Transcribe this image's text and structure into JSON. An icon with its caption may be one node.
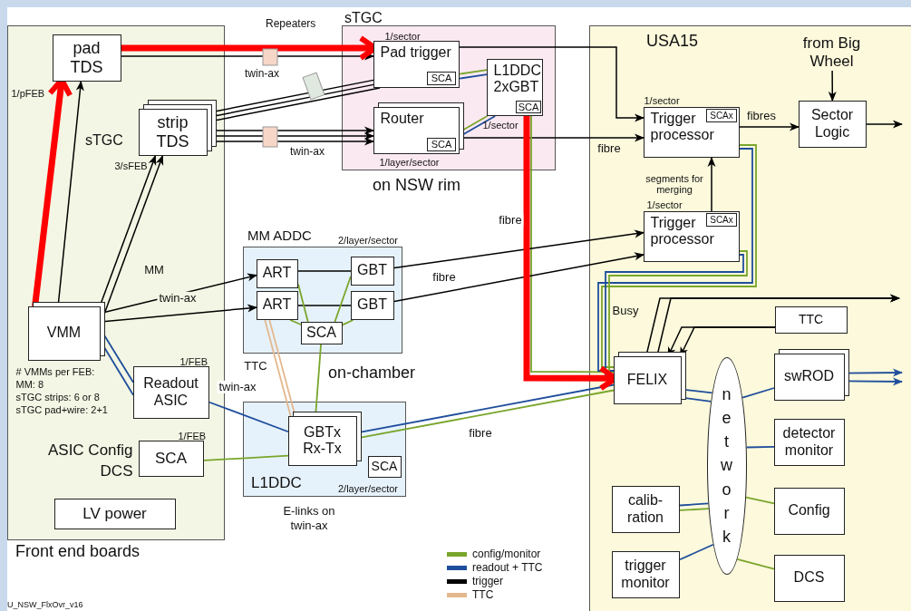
{
  "diagram": {
    "nodes": [
      {
        "text": [
          "Front end boards"
        ]
      },
      {
        "text": [
          "pad TDS"
        ],
        "in": 0,
        "beside": [
          "1/pFEB"
        ]
      },
      {
        "text": [
          "strip TDS"
        ],
        "in": 0,
        "beside": [
          "3/sFEB"
        ]
      },
      {
        "text": [
          "VMM"
        ],
        "in": 0,
        "beside": [
          "# VMMs per FEB:",
          "MM: 8",
          "sTGC strips: 6 or 8",
          "sTGC pad+wire: 2+1"
        ]
      },
      {
        "text": [
          "Readout ASIC"
        ],
        "in": 0,
        "beside": [
          "1/FEB"
        ]
      },
      {
        "text": [
          "SCA"
        ],
        "in": 0,
        "beside": [
          "1/FEB",
          "ASIC Config",
          "DCS"
        ]
      },
      {
        "text": [
          "LV power"
        ],
        "in": 0
      },
      {
        "text": [
          "on NSW rim"
        ],
        "beside": [
          "sTGC"
        ]
      },
      {
        "text": [
          "Pad trigger"
        ],
        "in": 7,
        "beside": [
          "1/sector"
        ]
      },
      {
        "text": [
          "SCA"
        ],
        "in": 8
      },
      {
        "text": [
          "Router"
        ],
        "in": 7,
        "beside": [
          "1/layer/sector"
        ]
      },
      {
        "text": [
          "SCA"
        ],
        "in": 10
      },
      {
        "text": [
          "L1DDC 2xGBT"
        ],
        "in": 7,
        "beside": [
          "1/sector"
        ]
      },
      {
        "text": [
          "SCA"
        ],
        "in": 12
      },
      {
        "text": [
          "MM ADDC"
        ],
        "beside": [
          "2/layer/sector"
        ]
      },
      {
        "text": [
          "ART"
        ],
        "in": 14
      },
      {
        "text": [
          "ART"
        ],
        "in": 14
      },
      {
        "text": [
          "GBT"
        ],
        "in": 14
      },
      {
        "text": [
          "GBT"
        ],
        "in": 14
      },
      {
        "text": [
          "SCA"
        ],
        "in": 14
      },
      {
        "text": [
          "L1DDC"
        ],
        "beside": [
          "2/layer/sector",
          "E-links on twin-ax"
        ]
      },
      {
        "text": [
          "GBTx Rx-Tx"
        ],
        "in": 20
      },
      {
        "text": [
          "SCA"
        ],
        "in": 20
      },
      {
        "text": [
          "USA15"
        ]
      },
      {
        "text": [
          "Trigger processor"
        ],
        "in": 23,
        "beside": [
          "1/sector"
        ]
      },
      {
        "text": [
          "SCAx"
        ],
        "in": 24
      },
      {
        "text": [
          "Trigger processor"
        ],
        "in": 23,
        "beside": [
          "1/sector"
        ]
      },
      {
        "text": [
          "SCAx"
        ],
        "in": 26
      },
      {
        "text": [
          "Sector Logic"
        ],
        "in": 23
      },
      {
        "text": [
          "from Big Wheel"
        ],
        "in": 23
      },
      {
        "text": [
          "FELIX"
        ],
        "in": 23
      },
      {
        "text": [
          "TTC"
        ],
        "in": 23
      },
      {
        "text": [
          "network"
        ],
        "in": 23
      },
      {
        "text": [
          "swROD"
        ],
        "in": 23
      },
      {
        "text": [
          "detector monitor"
        ],
        "in": 23
      },
      {
        "text": [
          "Config"
        ],
        "in": 23
      },
      {
        "text": [
          "DCS"
        ],
        "in": 23
      },
      {
        "text": [
          "calib- ration"
        ],
        "in": 23
      },
      {
        "text": [
          "trigger monitor"
        ],
        "in": 23
      }
    ],
    "edges": [
      {
        "from": 3,
        "to": 1,
        "arrow": "to"
      },
      {
        "from": 3,
        "to": 2,
        "arrow": "to"
      },
      {
        "from": 3,
        "to": 2,
        "arrow": "to"
      },
      {
        "from": 3,
        "to": 15,
        "arrow": "to",
        "label": "MM"
      },
      {
        "from": 3,
        "to": 16,
        "arrow": "to",
        "label": "twin-ax"
      },
      {
        "from": 3,
        "to": 4,
        "arrow": "none",
        "color": "#1f4e9c"
      },
      {
        "from": 3,
        "to": 4,
        "arrow": "none",
        "color": "#1f4e9c"
      },
      {
        "from": 1,
        "to": 8,
        "arrow": "to"
      },
      {
        "from": 8,
        "to": 2,
        "arrow": "to"
      },
      {
        "from": 8,
        "to": 2,
        "arrow": "to"
      },
      {
        "from": 8,
        "to": 2,
        "arrow": "to"
      },
      {
        "from": 2,
        "to": 10,
        "arrow": "to"
      },
      {
        "from": 2,
        "to": 10,
        "arrow": "to"
      },
      {
        "from": 2,
        "to": 10,
        "arrow": "to"
      },
      {
        "from": 8,
        "to": 24,
        "arrow": "to"
      },
      {
        "from": 10,
        "to": 24,
        "arrow": "to",
        "label": "fibre"
      },
      {
        "from": 9,
        "to": 12,
        "arrow": "none",
        "color": "#7aa52b"
      },
      {
        "from": 9,
        "to": 12,
        "arrow": "none",
        "color": "#1f4e9c"
      },
      {
        "from": 11,
        "to": 12,
        "arrow": "none",
        "color": "#7aa52b"
      },
      {
        "from": 11,
        "to": 12,
        "arrow": "none",
        "color": "#1f4e9c"
      },
      {
        "from": 13,
        "to": 30,
        "arrow": "none",
        "color": "#7aa52b",
        "label": "fibre"
      },
      {
        "from": 17,
        "to": 26,
        "arrow": "to",
        "label": "fibre"
      },
      {
        "from": 18,
        "to": 26,
        "arrow": "to"
      },
      {
        "from": 15,
        "to": 17,
        "arrow": "none"
      },
      {
        "from": 16,
        "to": 18,
        "arrow": "none"
      },
      {
        "from": 19,
        "to": 15,
        "arrow": "none",
        "color": "#7aa52b"
      },
      {
        "from": 19,
        "to": 16,
        "arrow": "none",
        "color": "#7aa52b"
      },
      {
        "from": 19,
        "to": 17,
        "arrow": "none",
        "color": "#7aa52b"
      },
      {
        "from": 19,
        "to": 18,
        "arrow": "none",
        "color": "#7aa52b"
      },
      {
        "from": 19,
        "to": 21,
        "arrow": "none",
        "color": "#7aa52b"
      },
      {
        "from": 16,
        "to": 21,
        "arrow": "none",
        "color": "#e4b88e",
        "label": "TTC"
      },
      {
        "from": 16,
        "to": 21,
        "arrow": "none",
        "color": "#e4b88e"
      },
      {
        "from": 4,
        "to": 21,
        "arrow": "none",
        "color": "#1f4e9c",
        "label": "twin-ax"
      },
      {
        "from": 5,
        "to": 21,
        "arrow": "none",
        "color": "#7aa52b"
      },
      {
        "from": 21,
        "to": 30,
        "arrow": "none",
        "color": "#1f4e9c"
      },
      {
        "from": 21,
        "to": 30,
        "arrow": "none",
        "color": "#7aa52b",
        "label": "fibre"
      },
      {
        "from": 24,
        "to": 30,
        "arrow": "none",
        "color": "#1f4e9c"
      },
      {
        "from": 24,
        "to": 30,
        "arrow": "none",
        "color": "#7aa52b"
      },
      {
        "from": 26,
        "to": 30,
        "arrow": "none",
        "color": "#1f4e9c"
      },
      {
        "from": 26,
        "to": 30,
        "arrow": "none",
        "color": "#7aa52b"
      },
      {
        "from": 24,
        "to": 28,
        "arrow": "to",
        "label": "fibres"
      },
      {
        "from": 26,
        "to": 24,
        "arrow": "to",
        "label": "segments for merging"
      },
      {
        "from": 29,
        "to": 28,
        "arrow": "to"
      },
      {
        "from": 28,
        "to": null,
        "arrow": "to"
      },
      {
        "from": 30,
        "to": null,
        "arrow": "to",
        "label": "Busy"
      },
      {
        "from": 31,
        "to": 30,
        "arrow": "to"
      },
      {
        "from": 31,
        "to": 30,
        "arrow": "to"
      },
      {
        "from": 30,
        "to": 32,
        "arrow": "none",
        "color": "#1f4e9c"
      },
      {
        "from": 30,
        "to": 32,
        "arrow": "none",
        "color": "#1f4e9c"
      },
      {
        "from": 32,
        "to": 33,
        "arrow": "none",
        "color": "#1f4e9c"
      },
      {
        "from": 33,
        "to": null,
        "arrow": "to",
        "color": "#1f4e9c"
      },
      {
        "from": 33,
        "to": null,
        "arrow": "to",
        "color": "#1f4e9c"
      },
      {
        "from": 32,
        "to": 34,
        "arrow": "none",
        "color": "#1f4e9c"
      },
      {
        "from": 37,
        "to": 32,
        "arrow": "none",
        "color": "#1f4e9c"
      },
      {
        "from": 37,
        "to": 32,
        "arrow": "none",
        "color": "#7aa52b"
      },
      {
        "from": 32,
        "to": 35,
        "arrow": "none",
        "color": "#7aa52b"
      },
      {
        "from": 38,
        "to": 32,
        "arrow": "none",
        "color": "#1f4e9c"
      },
      {
        "from": 32,
        "to": 36,
        "arrow": "none",
        "color": "#7aa52b"
      },
      {
        "from": 3,
        "to": 1,
        "arrow": "to",
        "style": "thick",
        "color": "#ff0000"
      },
      {
        "from": 1,
        "to": 8,
        "arrow": "to",
        "style": "thick",
        "color": "#ff0000"
      },
      {
        "from": 13,
        "to": 30,
        "arrow": "to",
        "style": "thick",
        "color": "#ff0000"
      },
      {
        "from": 30,
        "to": null,
        "arrow": "to"
      }
    ],
    "labels": [
      "Repeaters",
      "twin-ax",
      "sTGC",
      "twin-ax",
      "on-chamber",
      "U_NSW_FlxOvr_v16"
    ],
    "legend": [
      {
        "text": "config/monitor",
        "color": "#7aa52b"
      },
      {
        "text": "readout + TTC",
        "color": "#1f4e9c"
      },
      {
        "text": "trigger",
        "color": "#000000"
      },
      {
        "text": "TTC",
        "color": "#e4b88e"
      }
    ]
  }
}
